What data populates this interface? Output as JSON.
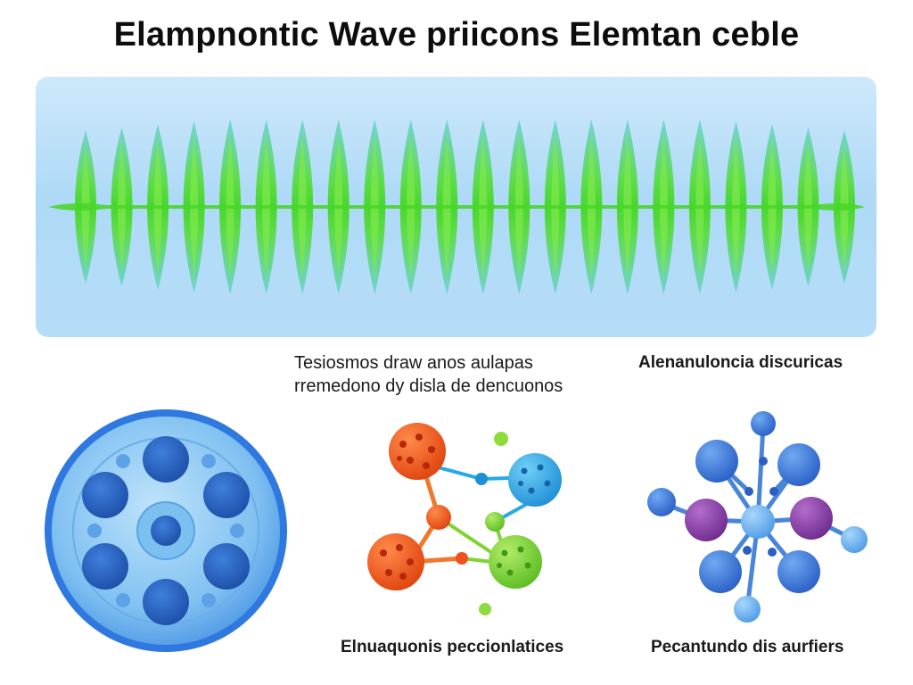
{
  "title": "Elampnontic Wave priicons Elemtan ceble",
  "captions": {
    "middle_line1": "Tesiosmos draw anos aulapas",
    "middle_line2": "rremedono dy disla de dencuonos",
    "top_right": "Alenanuloncia discuricas",
    "bottom_middle": "Elnuaquonis peccionlatices",
    "bottom_right": "Pecantundo dis aurfiers"
  },
  "colors": {
    "wave_green": "#4fd62a",
    "wave_teal": "#36c8b8",
    "panel_blue": "#b3dcf7",
    "cell_blue": "#2f6fd6",
    "atom_orange": "#f0521d",
    "atom_cyan": "#25a8e6",
    "atom_green": "#7fd432",
    "atom_purple": "#8a3fa6"
  }
}
